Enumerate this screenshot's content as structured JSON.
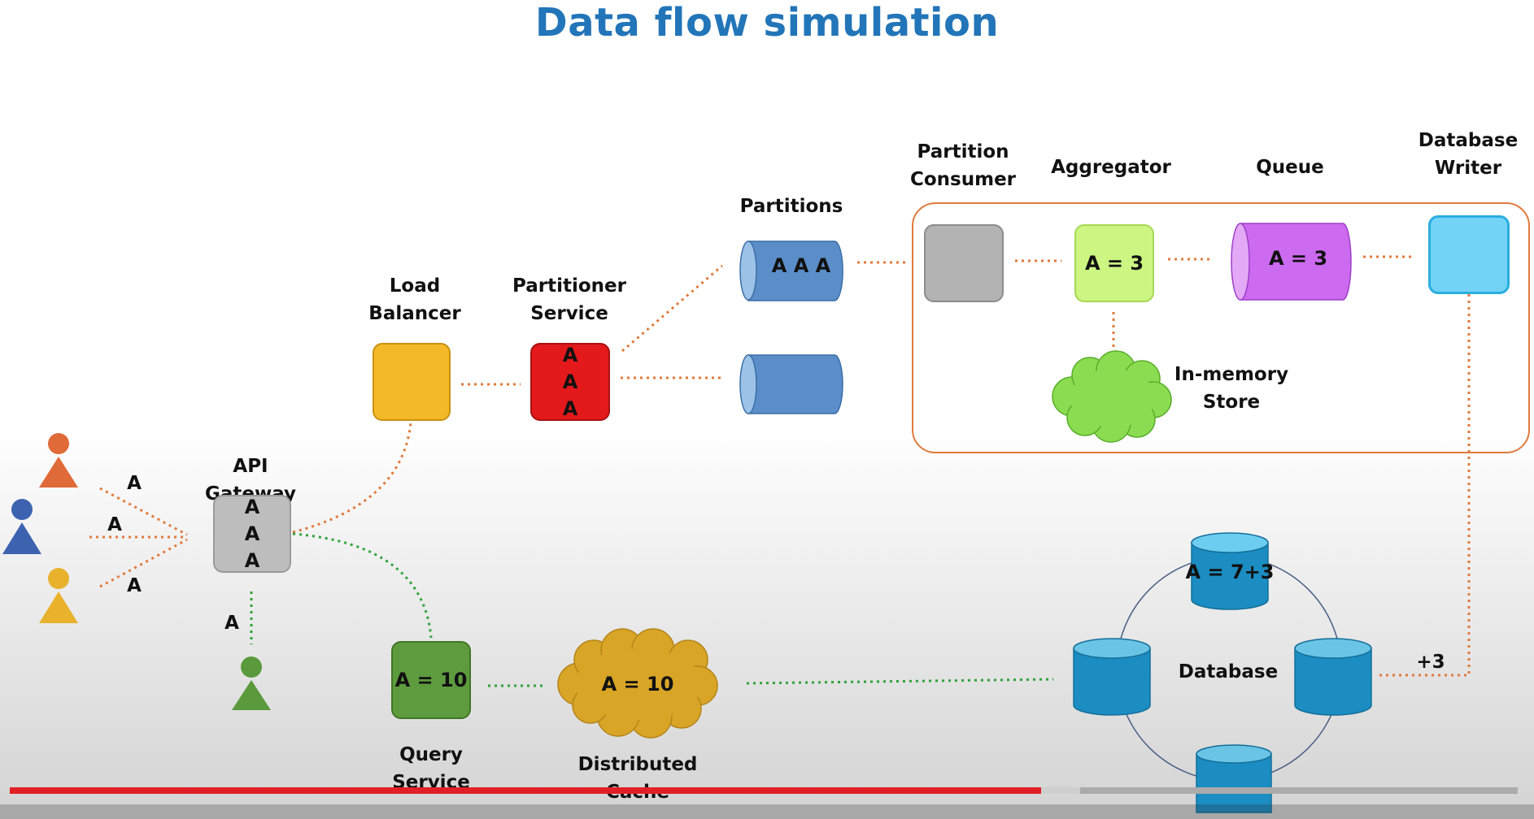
{
  "title": "Data flow simulation",
  "labels": {
    "api_gateway": "API Gateway",
    "load_balancer": "Load\nBalancer",
    "partitioner_service": "Partitioner\nService",
    "partitions": "Partitions",
    "partition_consumer": "Partition\nConsumer",
    "aggregator": "Aggregator",
    "queue": "Queue",
    "database_writer": "Database\nWriter",
    "in_memory_store": "In-memory\nStore",
    "database": "Database",
    "query_service": "Query\nService",
    "distributed_cache": "Distributed\nCache"
  },
  "values": {
    "user_orange_event": "A",
    "user_blue_event": "A",
    "user_yellow_event": "A",
    "user_green_event": "A",
    "api_gateway": "A\nA\nA",
    "partitioner": "A\nA\nA",
    "partition_1": "A A A",
    "aggregator": "A = 3",
    "queue": "A = 3",
    "db_top": "A = 7+3",
    "query_service": "A = 10",
    "cache": "A = 10",
    "db_increment": "+3"
  },
  "colors": {
    "title": "#2275b8",
    "user_orange": "#e06a38",
    "user_blue": "#3d63b0",
    "user_yellow": "#e8b22d",
    "user_green": "#5a9a3c",
    "api_gateway": "#bdbdbd",
    "load_balancer": "#f4b929",
    "partitioner": "#e4191b",
    "partition": "#5b8ec9",
    "consumer": "#b3b3b3",
    "aggregator": "#ccf582",
    "queue": "#cc6af0",
    "db_writer": "#72d3f6",
    "in_memory_store": "#8bdc50",
    "database": "#1b8dc2",
    "query_service": "#5e9b3e",
    "cache": "#d8a526",
    "write_path": "#e07a3c",
    "read_path": "#2ea33a",
    "progress_played": "#e21f26"
  },
  "player": {
    "played_fraction": 0.684,
    "loaded_fraction": 0.71
  }
}
